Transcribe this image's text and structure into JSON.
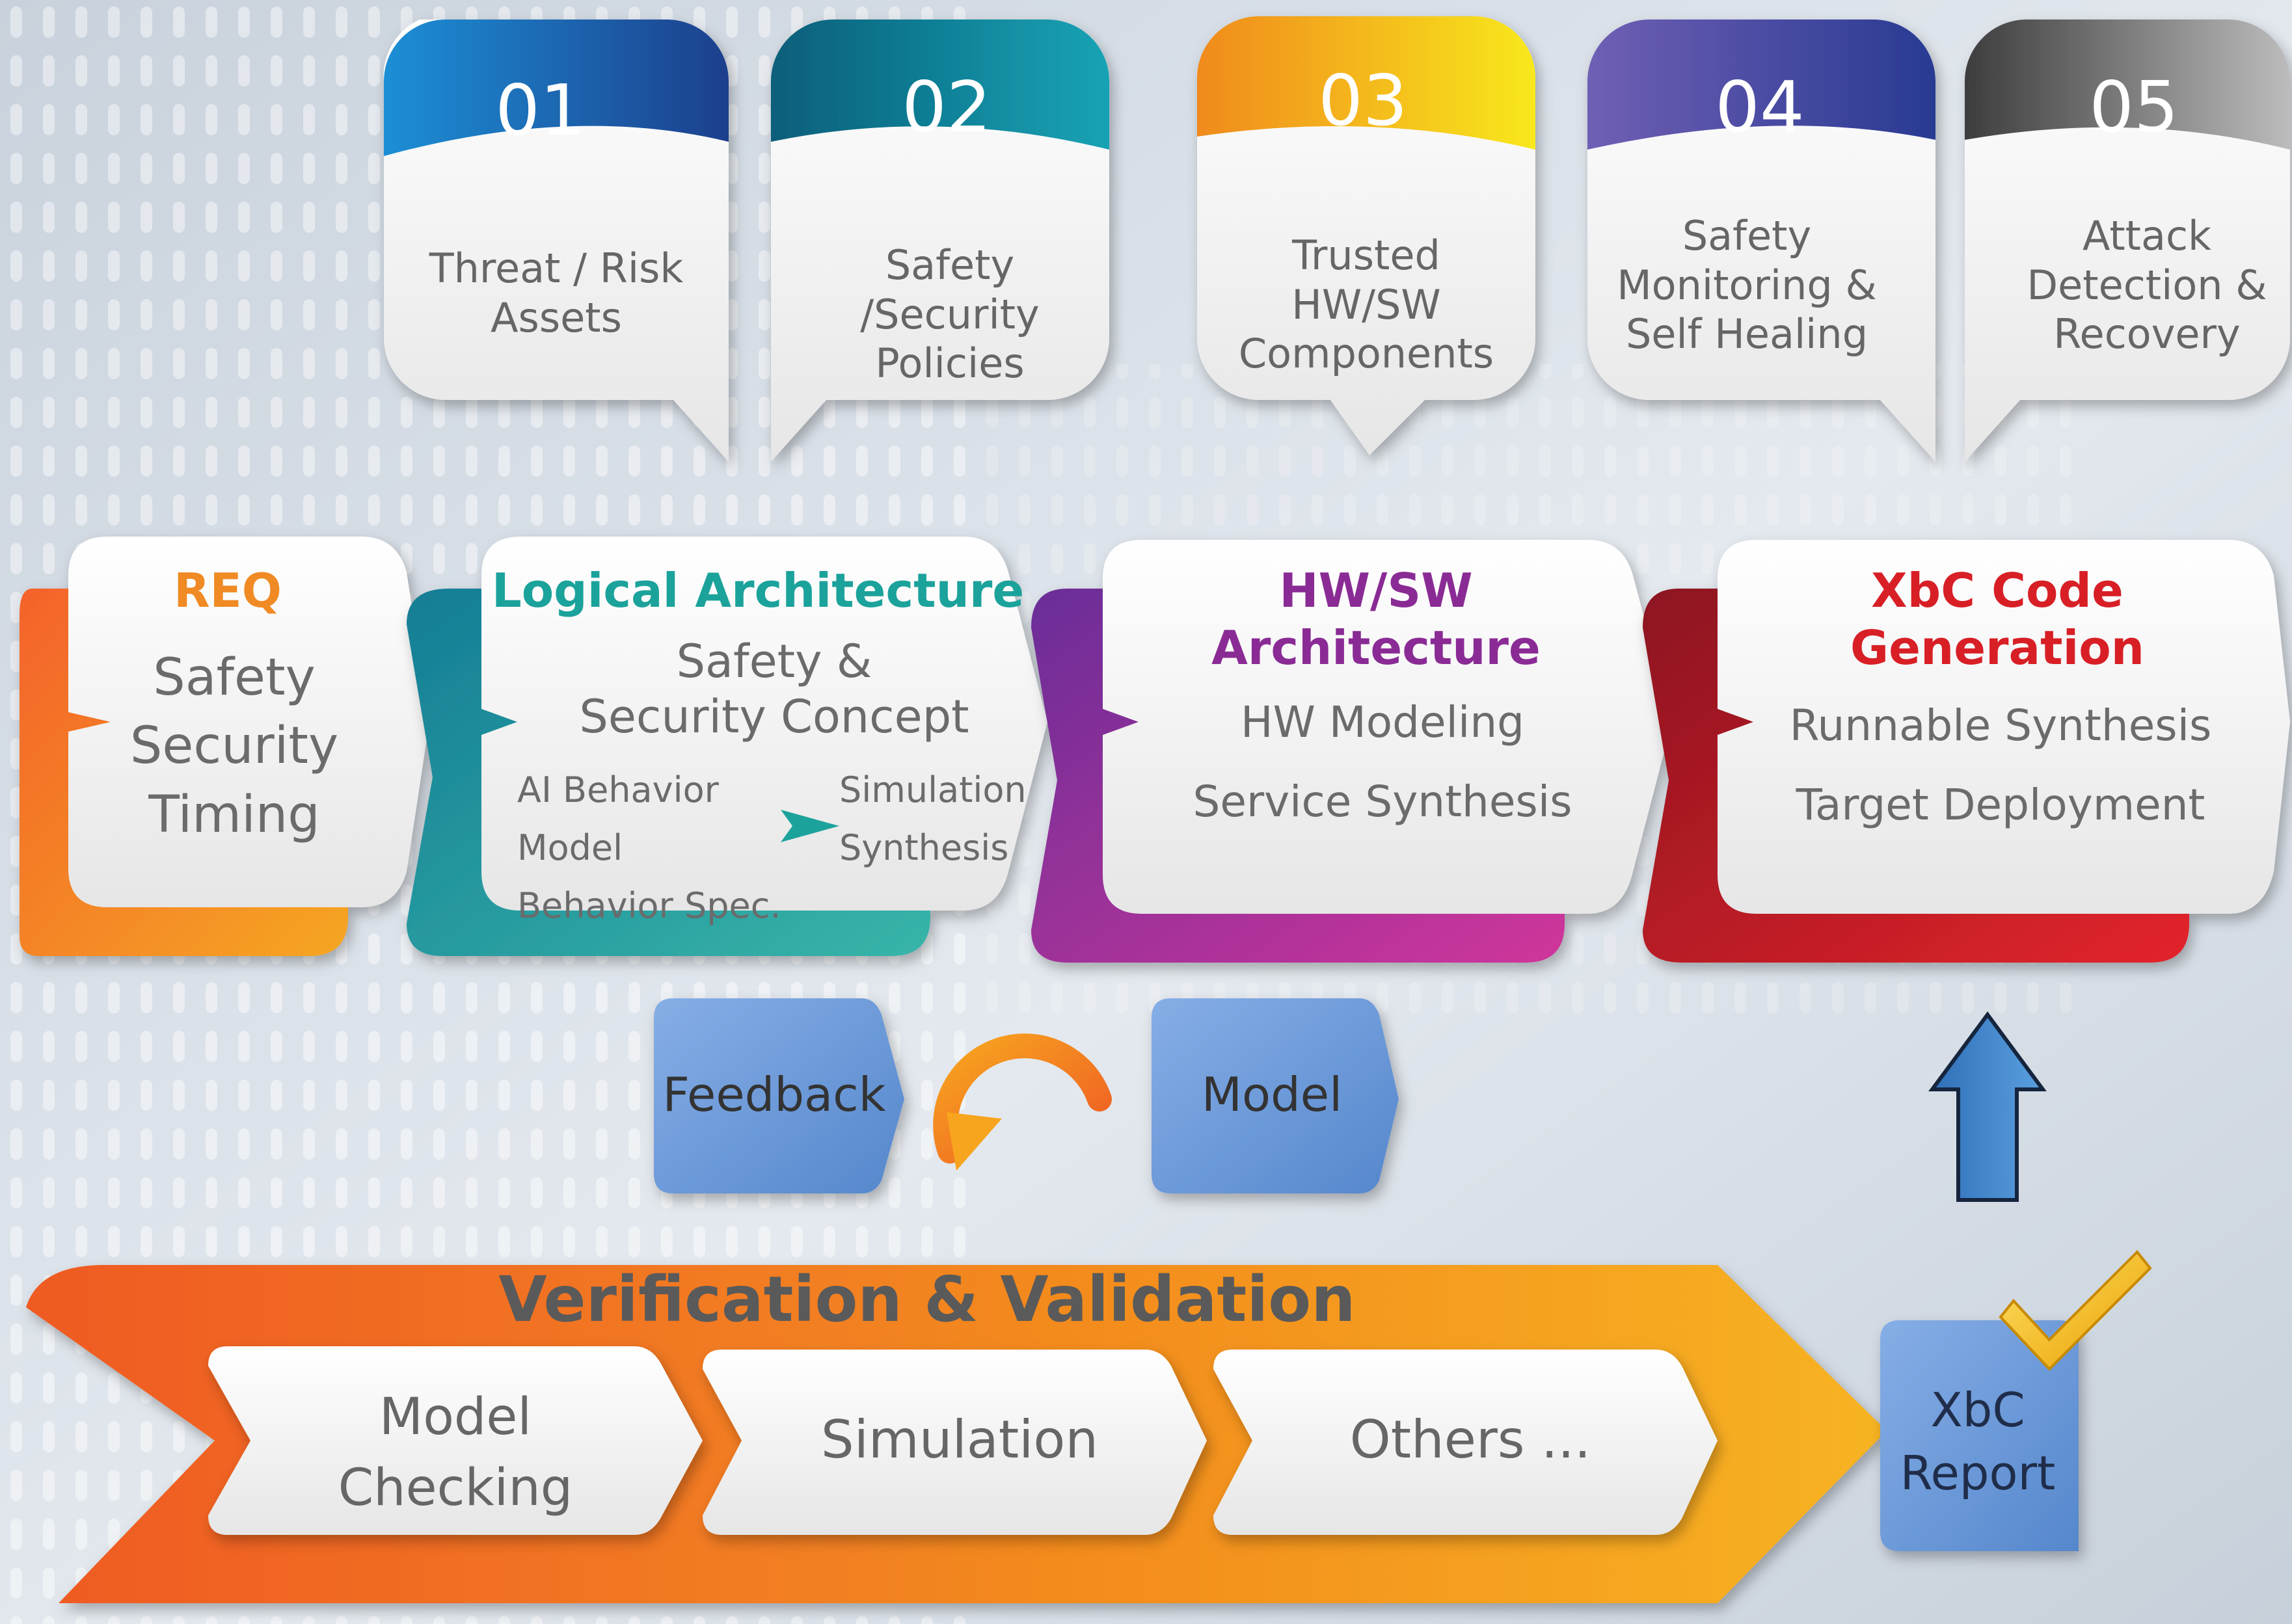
{
  "steps": [
    {
      "number": "01",
      "label": "Threat / Risk Assets",
      "color_from": "#1e8fd6",
      "color_to": "#1d3f8c"
    },
    {
      "number": "02",
      "label": "Safety /Security Policies",
      "color_from": "#0f5e7a",
      "color_to": "#13a3b4"
    },
    {
      "number": "03",
      "label": "Trusted HW/SW Components",
      "color_from": "#f08a1e",
      "color_to": "#f8e81c"
    },
    {
      "number": "04",
      "label": "Safety Monitoring & Self Healing",
      "color_from": "#6f5fb4",
      "color_to": "#283a92"
    },
    {
      "number": "05",
      "label": "Attack Detection & Recovery",
      "color_from": "#3d3d3d",
      "color_to": "#bcbcbc"
    }
  ],
  "phases": {
    "req": {
      "title": "REQ",
      "lines": [
        "Safety",
        "Security",
        "Timing"
      ],
      "color": "#f08a24"
    },
    "logical": {
      "title": "Logical Architecture",
      "concept": "Safety & Security Concept",
      "left_items": [
        "AI Behavior Model",
        "Behavior Spec."
      ],
      "right_items": [
        "Simulation",
        "Synthesis"
      ],
      "color": "#1ba29b"
    },
    "hwsw": {
      "title": "HW/SW Architecture",
      "items": [
        "HW Modeling",
        "Service Synthesis"
      ],
      "color": "#8a2b95"
    },
    "xbc": {
      "title": "XbC Code Generation",
      "items": [
        "Runnable Synthesis",
        "Target Deployment"
      ],
      "color": "#d81f26"
    }
  },
  "loop": {
    "feedback": "Feedback",
    "model": "Model"
  },
  "vv": {
    "title": "Verification & Validation",
    "items": [
      "Model Checking",
      "Simulation",
      "Others ..."
    ]
  },
  "report": {
    "label": "XbC Report"
  }
}
